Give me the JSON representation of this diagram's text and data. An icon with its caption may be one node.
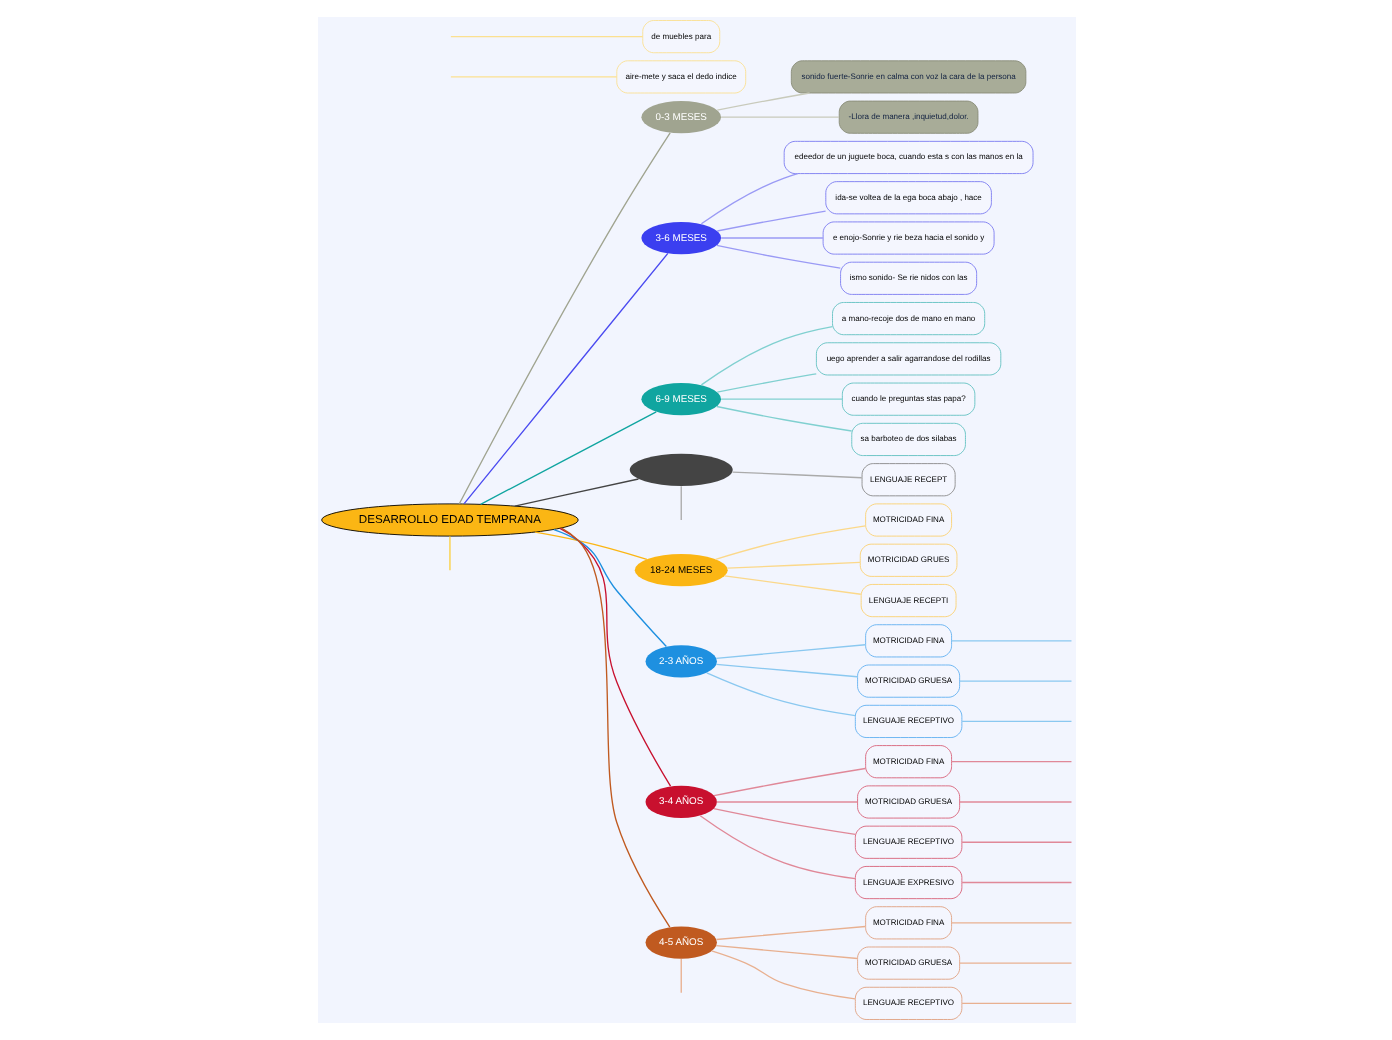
{
  "diagram": {
    "nodes": [
      {
        "text": [
          "DESARROLLO EDAD TEMPRANA"
        ]
      },
      {
        "text": [
          "0-3 MESES"
        ]
      },
      {
        "text": [
          "sonido fuerte-Sonrie en calma con voz la cara de la persona"
        ]
      },
      {
        "text": [
          "-Llora de manera ,inquietud,dolor."
        ]
      },
      {
        "text": [
          "3-6 MESES"
        ]
      },
      {
        "text": [
          "edeedor de un juguete boca, cuando esta s con las manos en la"
        ]
      },
      {
        "text": [
          "ida-se voltea de la ega boca abajo , hace"
        ]
      },
      {
        "text": [
          "e enojo-Sonrie y rie beza hacia el sonido y"
        ]
      },
      {
        "text": [
          "ismo sonido- Se rie nidos con las"
        ]
      },
      {
        "text": [
          "6-9 MESES"
        ]
      },
      {
        "text": [
          "a mano-recoje dos de mano en mano"
        ]
      },
      {
        "text": [
          "uego aprender a salir agarrandose del rodillas"
        ]
      },
      {
        "text": [
          "cuando le preguntas stas papa?"
        ]
      },
      {
        "text": [
          "sa barboteo de dos silabas"
        ]
      },
      {
        "text": [
          "aire-mete y saca el dedo indice"
        ]
      },
      {
        "text": [
          "de muebles para"
        ]
      },
      {
        "text": [],
        "shape": "ellipse"
      },
      {
        "text": [
          "LENGUAJE RECEPT"
        ]
      },
      {
        "text": [
          "18-24 MESES"
        ]
      },
      {
        "text": [
          "MOTRICIDAD FINA"
        ]
      },
      {
        "text": [
          "MOTRICIDAD GRUES"
        ]
      },
      {
        "text": [
          "LENGUAJE RECEPTI"
        ]
      },
      {
        "text": [
          "2-3 AÑOS"
        ]
      },
      {
        "text": [
          "MOTRICIDAD FINA"
        ]
      },
      {
        "text": [
          "MOTRICIDAD GRUESA"
        ]
      },
      {
        "text": [
          "LENGUAJE RECEPTIVO"
        ]
      },
      {
        "text": [
          "3-4 AÑOS"
        ]
      },
      {
        "text": [
          "MOTRICIDAD FINA"
        ]
      },
      {
        "text": [
          "MOTRICIDAD GRUESA"
        ]
      },
      {
        "text": [
          "LENGUAJE RECEPTIVO"
        ]
      },
      {
        "text": [
          "LENGUAJE EXPRESIVO"
        ]
      },
      {
        "text": [
          "4-5 AÑOS"
        ]
      },
      {
        "text": [
          "MOTRICIDAD FINA"
        ]
      },
      {
        "text": [
          "MOTRICIDAD GRUESA"
        ]
      },
      {
        "text": [
          "LENGUAJE RECEPTIVO"
        ]
      }
    ],
    "edges": [
      {
        "from": 0,
        "to": 1,
        "arrow": "none",
        "color": "#a0a490"
      },
      {
        "from": 1,
        "to": 2,
        "arrow": "none",
        "color": "#c8cabb"
      },
      {
        "from": 1,
        "to": 3,
        "arrow": "none",
        "color": "#c8cabb"
      },
      {
        "from": 0,
        "to": 4,
        "arrow": "none",
        "color": "#4a4af0"
      },
      {
        "from": 4,
        "to": 5,
        "arrow": "none",
        "color": "#9a9af5"
      },
      {
        "from": 4,
        "to": 6,
        "arrow": "none",
        "color": "#9a9af5"
      },
      {
        "from": 4,
        "to": 7,
        "arrow": "none",
        "color": "#9a9af5"
      },
      {
        "from": 4,
        "to": 8,
        "arrow": "none",
        "color": "#9a9af5"
      },
      {
        "from": 0,
        "to": 9,
        "arrow": "none",
        "color": "#10a5a0"
      },
      {
        "from": 9,
        "to": 10,
        "arrow": "none",
        "color": "#80d0d0"
      },
      {
        "from": 9,
        "to": 11,
        "arrow": "none",
        "color": "#80d0d0"
      },
      {
        "from": 9,
        "to": 12,
        "arrow": "none",
        "color": "#80d0d0"
      },
      {
        "from": 9,
        "to": 13,
        "arrow": "none",
        "color": "#80d0d0"
      },
      {
        "from": null,
        "to": 14,
        "arrow": "none",
        "color": "#fbe090"
      },
      {
        "from": null,
        "to": 15,
        "arrow": "none",
        "color": "#fbe090"
      },
      {
        "from": 0,
        "to": null,
        "arrow": "none",
        "color": "#fbd040"
      },
      {
        "from": 0,
        "to": 16,
        "arrow": "none",
        "color": "#444444"
      },
      {
        "from": 16,
        "to": 17,
        "arrow": "none",
        "color": "#aaaaaa"
      },
      {
        "from": 16,
        "to": null,
        "arrow": "none",
        "color": "#aaaaaa"
      },
      {
        "from": 0,
        "to": 18,
        "arrow": "none",
        "color": "#fbb614"
      },
      {
        "from": 18,
        "to": 19,
        "arrow": "none",
        "color": "#fbd88a"
      },
      {
        "from": 18,
        "to": 20,
        "arrow": "none",
        "color": "#fbd88a"
      },
      {
        "from": 18,
        "to": 21,
        "arrow": "none",
        "color": "#fbd88a"
      },
      {
        "from": 0,
        "to": 22,
        "arrow": "none",
        "color": "#1e90e0"
      },
      {
        "from": 22,
        "to": 23,
        "arrow": "none",
        "color": "#8ac8f0"
      },
      {
        "from": 22,
        "to": 24,
        "arrow": "none",
        "color": "#8ac8f0"
      },
      {
        "from": 22,
        "to": 25,
        "arrow": "none",
        "color": "#8ac8f0"
      },
      {
        "from": 23,
        "to": null,
        "arrow": "none",
        "color": "#8ac8f0"
      },
      {
        "from": 24,
        "to": null,
        "arrow": "none",
        "color": "#8ac8f0"
      },
      {
        "from": 25,
        "to": null,
        "arrow": "none",
        "color": "#8ac8f0"
      },
      {
        "from": 0,
        "to": 26,
        "arrow": "none",
        "color": "#c8102e"
      },
      {
        "from": 26,
        "to": 27,
        "arrow": "none",
        "color": "#e08898"
      },
      {
        "from": 26,
        "to": 28,
        "arrow": "none",
        "color": "#e08898"
      },
      {
        "from": 26,
        "to": 29,
        "arrow": "none",
        "color": "#e08898"
      },
      {
        "from": 26,
        "to": 30,
        "arrow": "none",
        "color": "#e08898"
      },
      {
        "from": 27,
        "to": null,
        "arrow": "none",
        "color": "#e08898"
      },
      {
        "from": 28,
        "to": null,
        "arrow": "none",
        "color": "#e08898"
      },
      {
        "from": 29,
        "to": null,
        "arrow": "none",
        "color": "#e08898"
      },
      {
        "from": 30,
        "to": null,
        "arrow": "none",
        "color": "#e08898"
      },
      {
        "from": 0,
        "to": 31,
        "arrow": "none",
        "color": "#c05a20"
      },
      {
        "from": 31,
        "to": 32,
        "arrow": "none",
        "color": "#e8b090"
      },
      {
        "from": 31,
        "to": 33,
        "arrow": "none",
        "color": "#e8b090"
      },
      {
        "from": 31,
        "to": 34,
        "arrow": "none",
        "color": "#e8b090"
      },
      {
        "from": 31,
        "to": null,
        "arrow": "none",
        "color": "#e8b090"
      },
      {
        "from": 32,
        "to": null,
        "arrow": "none",
        "color": "#e8b090"
      },
      {
        "from": 33,
        "to": null,
        "arrow": "none",
        "color": "#e8b090"
      },
      {
        "from": 34,
        "to": null,
        "arrow": "none",
        "color": "#e8b090"
      }
    ]
  }
}
